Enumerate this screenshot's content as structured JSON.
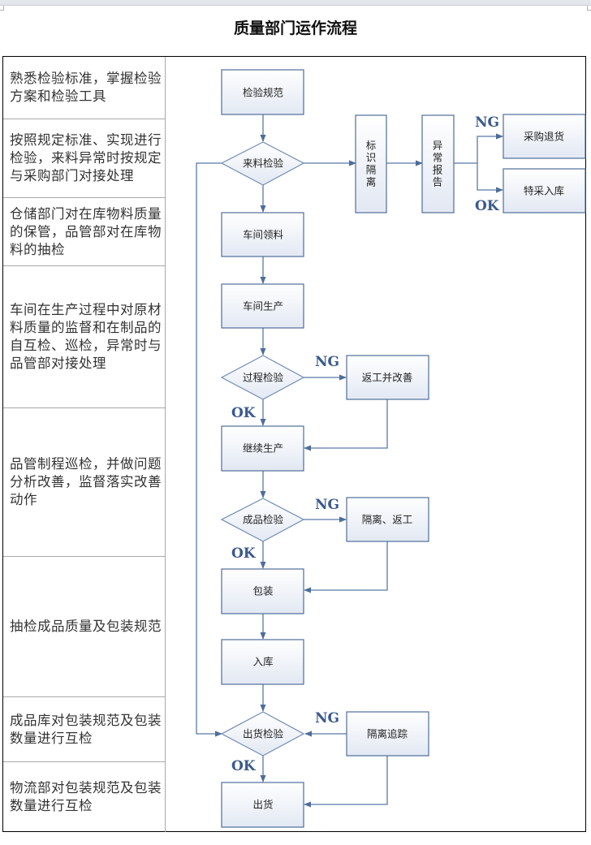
{
  "title": "质量部门运作流程",
  "left_panel": {
    "rows": [
      {
        "text": "熟悉检验标准，掌握检验方案和检验工具"
      },
      {
        "text": "按照规定标准、实现进行检验，来料异常时按规定与采购部门对接处理"
      },
      {
        "text": "仓储部门对在库物料质量的保管，品管部对在库物料的抽检"
      },
      {
        "text": "车间在生产过程中对原材料质量的监督和在制品的自互检、巡检，异常时与品管部对接处理"
      },
      {
        "text": "品管制程巡检，并做问题分析改善，监督落实改善动作"
      },
      {
        "text": "抽检成品质量及包装规范"
      },
      {
        "text": "成品库对包装规范及包装数量进行互检"
      },
      {
        "text": "物流部对包装规范及包装数量进行互检"
      }
    ]
  },
  "flow": {
    "nodes": {
      "spec": "检验规范",
      "incoming_check": "来料检验",
      "mark_isolate": [
        "标",
        "识",
        "隔",
        "离"
      ],
      "abnormal_report": [
        "异",
        "常",
        "报",
        "告"
      ],
      "purchase_return": "采购退货",
      "special_accept": "特采入库",
      "workshop_pick": "车间领料",
      "workshop_produce": "车间生产",
      "process_check": "过程检验",
      "rework_improve": "返工并改善",
      "continue_produce": "继续生产",
      "product_check": "成品检验",
      "isolate_rework": "隔离、返工",
      "packing": "包装",
      "warehousing": "入库",
      "shipping_check": "出货检验",
      "isolate_trace": "隔离追踪",
      "shipping": "出货"
    },
    "labels": {
      "ng": "NG",
      "ok": "OK"
    },
    "colors": {
      "box_border": "#4f6d99",
      "box_fill_top": "#ffffff",
      "box_fill_bottom": "#e4eaf4",
      "line": "#4f6d99",
      "ngok_text": "#3a5a8c"
    }
  }
}
